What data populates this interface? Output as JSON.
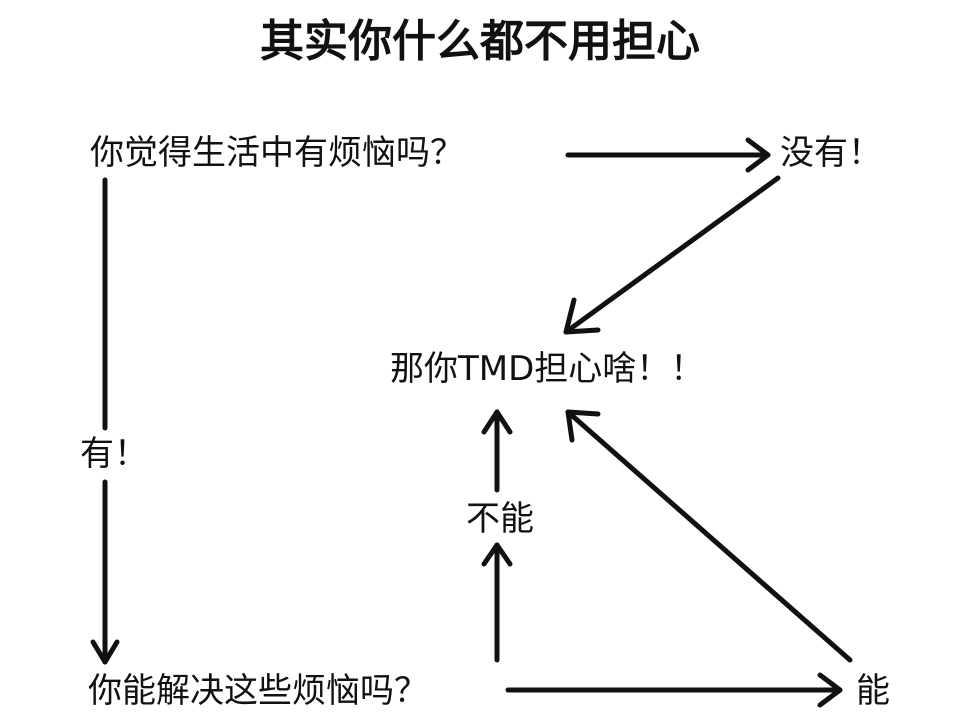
{
  "title": "其实你什么都不用担心",
  "nodes": {
    "question_troubles": "你觉得生活中有烦恼吗？",
    "answer_no": "没有！",
    "worry_what": "那你TMD担心啥！！",
    "answer_yes": "有！",
    "answer_cannot": "不能",
    "question_solve": "你能解决这些烦恼吗？",
    "answer_can": "能"
  },
  "colors": {
    "ink": "#111111",
    "background": "#ffffff"
  }
}
